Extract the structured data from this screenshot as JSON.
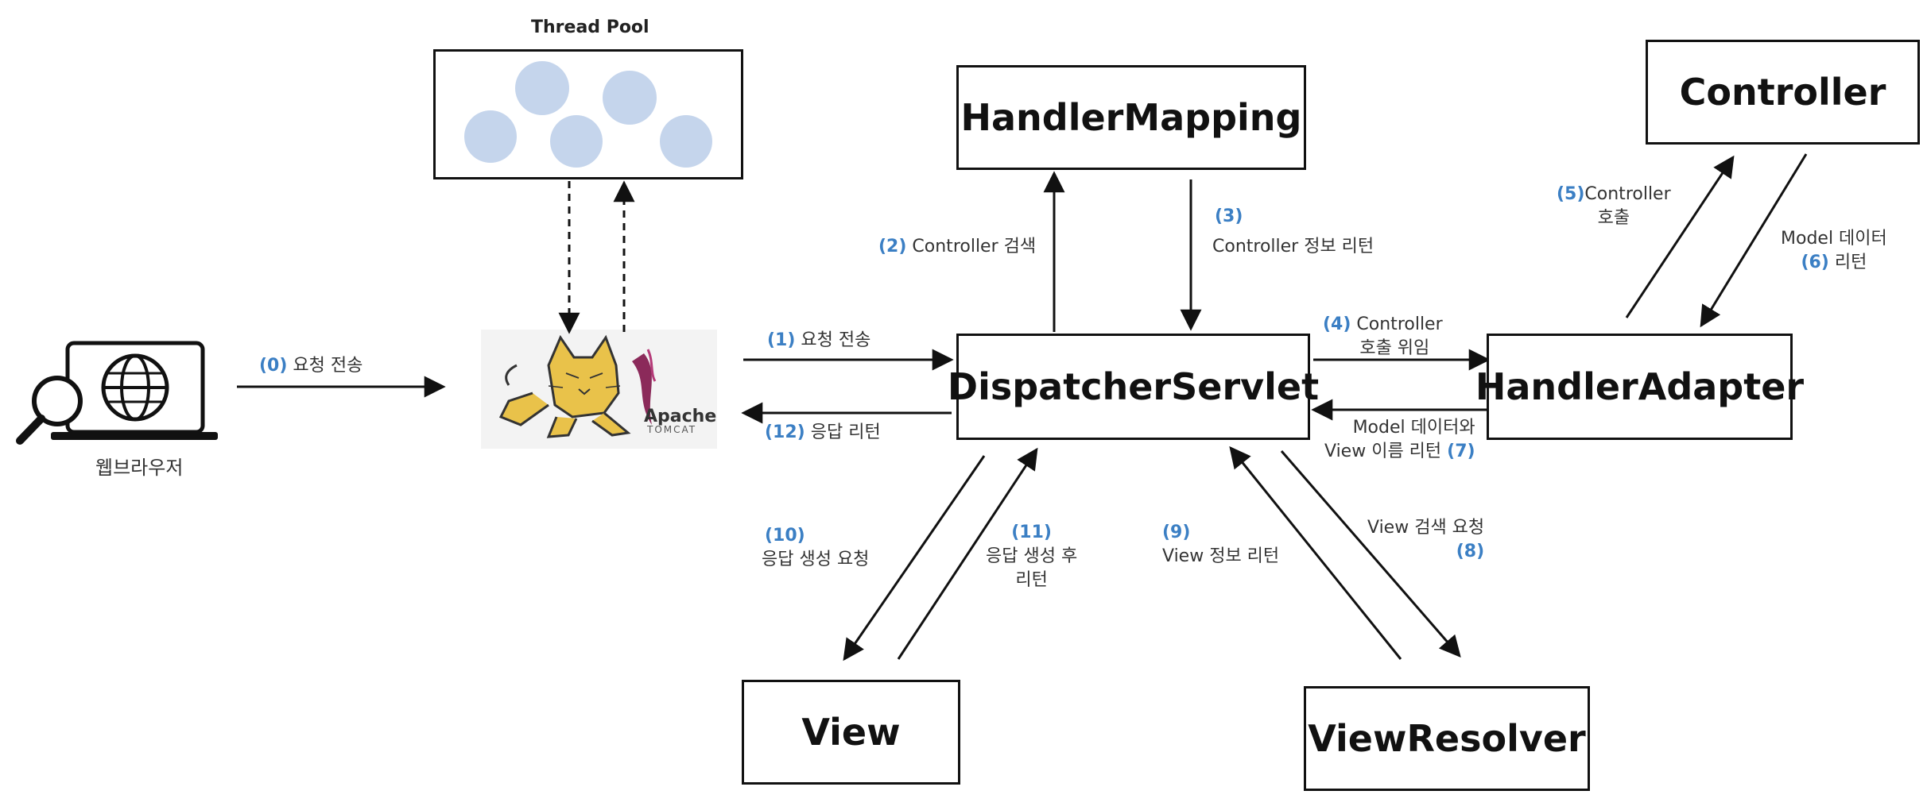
{
  "thread_pool": {
    "title": "Thread Pool"
  },
  "browser": {
    "label": "웹브라우저"
  },
  "tomcat": {
    "brand": "Apache",
    "sub": "TOMCAT"
  },
  "boxes": {
    "handler_mapping": "HandlerMapping",
    "controller": "Controller",
    "dispatcher": "DispatcherServlet",
    "handler_adapter": "HandlerAdapter",
    "view": "View",
    "view_resolver": "ViewResolver"
  },
  "steps": {
    "s0": {
      "num": "(0)",
      "text": "요청 전송"
    },
    "s1": {
      "num": "(1)",
      "text": "요청 전송"
    },
    "s2": {
      "num": "(2)",
      "text": "Controller 검색"
    },
    "s3": {
      "num": "(3)",
      "text": "Controller 정보 리턴"
    },
    "s4": {
      "num": "(4)",
      "line1": "Controller",
      "line2": "호출 위임"
    },
    "s5": {
      "num": "(5)",
      "line1": "Controller",
      "line2": "호출"
    },
    "s6": {
      "num": "(6)",
      "line1": "Model 데이터",
      "line2": "리턴"
    },
    "s7": {
      "num": "(7)",
      "line1": "Model 데이터와",
      "line2": "View 이름 리턴"
    },
    "s8": {
      "num": "(8)",
      "text": "View 검색 요청"
    },
    "s9": {
      "num": "(9)",
      "text": "View 정보 리턴"
    },
    "s10": {
      "num": "(10)",
      "text": "응답 생성 요청"
    },
    "s11": {
      "num": "(11)",
      "line1": "응답 생성 후",
      "line2": "리턴"
    },
    "s12": {
      "num": "(12)",
      "text": "응답 리턴"
    }
  },
  "colors": {
    "step_number": "#3b7fc4",
    "circle": "#c5d5ec",
    "box_border": "#111111"
  }
}
